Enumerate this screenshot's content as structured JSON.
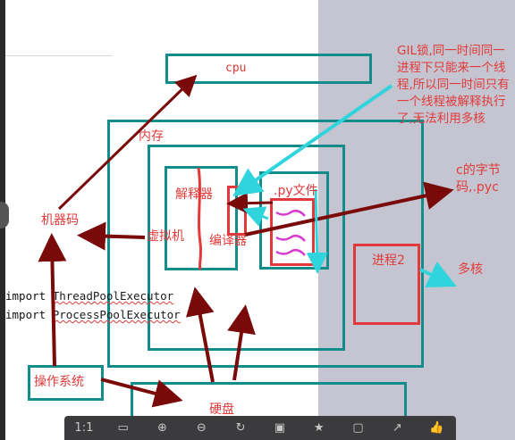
{
  "labels": {
    "cpu": "cpu",
    "memory": "内存",
    "interpreter": "解释器",
    "py_file": ".py文件",
    "virtual_machine": "虚拟机",
    "compiler": "编译器",
    "machine_code": "机器码",
    "process2": "进程2",
    "multicore": "多核",
    "os": "操作系统",
    "disk": "硬盘",
    "bytecode": "c的字节码,.pyc",
    "gil": "GIL锁,同一时间同一进程下只能来一个线程,所以同一时间只有一个线程被解释执行了,无法利用多核"
  },
  "code": {
    "line1_kw": "import",
    "line1_name": "ThreadPoolExecutor",
    "line2_kw": "import",
    "line2_name": "ProcessPoolExecutor"
  },
  "toolbar": {
    "ratio": "1:1",
    "items": [
      "fit-icon",
      "zoom-in-icon",
      "zoom-out-icon",
      "rotate-icon",
      "save-icon",
      "star-icon",
      "crop-icon",
      "share-icon",
      "like-icon"
    ],
    "glyphs": [
      "▭",
      "⊕",
      "⊖",
      "↻",
      "▣",
      "★",
      "▢",
      "↗",
      "👍"
    ]
  },
  "colors": {
    "teal": "#138c8c",
    "red": "#e23a3a",
    "arrow_dark": "#7a0a0a",
    "arrow_cyan": "#2fd4dc",
    "right_bg": "#c4c5d0"
  }
}
